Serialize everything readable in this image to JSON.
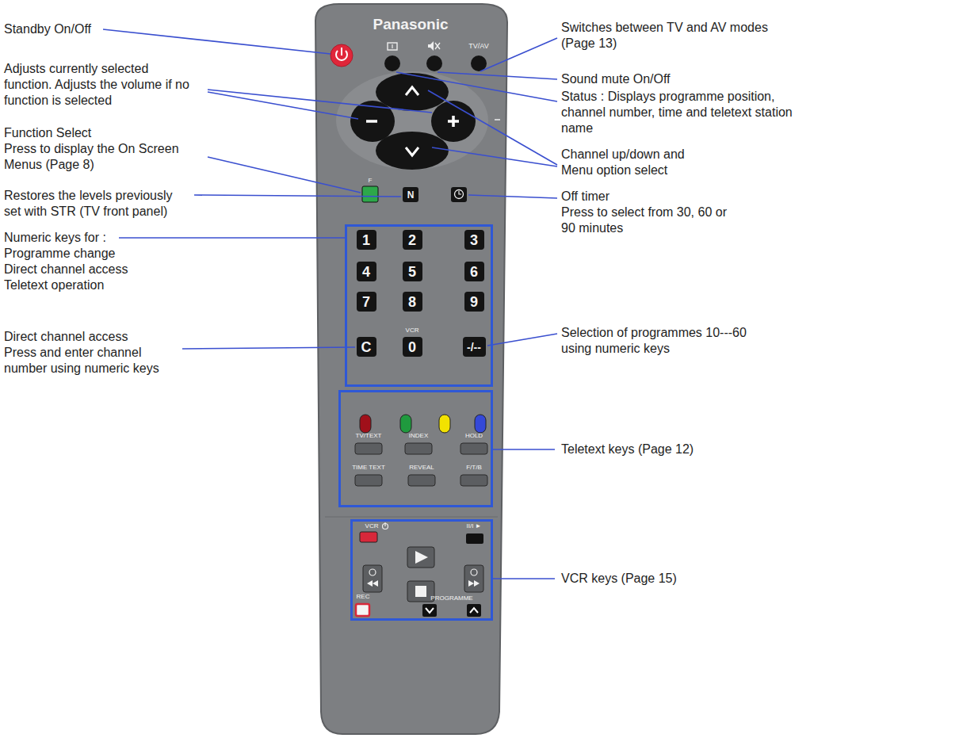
{
  "diagram": {
    "nodes": [
      {
        "text": [
          "1",
          "2",
          "3",
          "4",
          "5",
          "6",
          "7",
          "8",
          "9",
          "C",
          "VCR",
          "0",
          "-/--"
        ]
      },
      {
        "text": [
          "TV/TEXT",
          "INDEX",
          "HOLD",
          "TIME TEXT",
          "REVEAL",
          "F/T/B"
        ]
      },
      {
        "text": [
          "VCR",
          "II/I ►",
          "REC",
          "PROGRAMME"
        ]
      }
    ],
    "labels": [
      "Standby On/Off",
      "Adjusts currently selected function. Adjusts the volume if no function is selected",
      "Function Select",
      "Press to display the On Screen Menus (Page 8)",
      "Restores the levels previously set with STR (TV front panel)",
      "Numeric keys for :",
      "Programme change",
      "Direct channel access",
      "Teletext operation",
      "Direct channel access",
      "Press and enter channel number using numeric keys",
      "Switches between TV and AV modes (Page 13)",
      "Sound mute On/Off",
      "Status : Displays programme position, channel number, time and teletext station name",
      "Channel up/down and Menu option select",
      "Off timer",
      "Press to select from 30, 60 or 90 minutes",
      "Selection of programmes 10---60 using numeric keys",
      "Teletext keys (Page 12)",
      "VCR keys (Page 15)",
      "Panasonic",
      "TV/AV",
      "F",
      "N"
    ]
  }
}
